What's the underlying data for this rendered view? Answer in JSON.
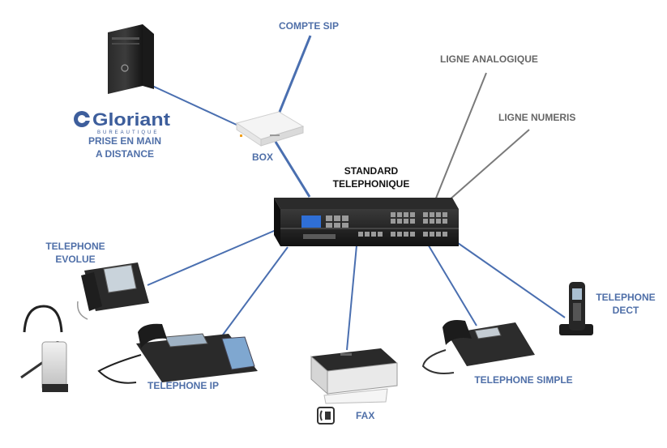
{
  "colors": {
    "blue_link": "#4a6fb0",
    "gray_link": "#7a7a7a",
    "label_blue": "#4f6fa8",
    "label_gray": "#666666",
    "logo_blue": "#3d5e9c"
  },
  "labels": {
    "compte_sip": "COMPTE SIP",
    "ligne_analogique": "LIGNE ANALOGIQUE",
    "ligne_numeris": "LIGNE NUMERIS",
    "prise_line1": "PRISE EN MAIN",
    "prise_line2": "A DISTANCE",
    "box": "BOX",
    "standard_line1": "STANDARD",
    "standard_line2": "TELEPHONIQUE",
    "tel_evolue_line1": "TELEPHONE",
    "tel_evolue_line2": "EVOLUE",
    "tel_dect_line1": "TELEPHONE",
    "tel_dect_line2": "DECT",
    "tel_ip": "TELEPHONE IP",
    "tel_simple": "TELEPHONE SIMPLE",
    "fax": "FAX"
  },
  "logo": {
    "brand": "Gloriant",
    "tagline": "BUREAUTIQUE"
  },
  "icons": [
    "pc-tower-icon",
    "box-router-icon",
    "pbx-icon",
    "phone-icon",
    "headset-icon",
    "dect-phone-icon",
    "printer-icon",
    "fax-icon"
  ]
}
